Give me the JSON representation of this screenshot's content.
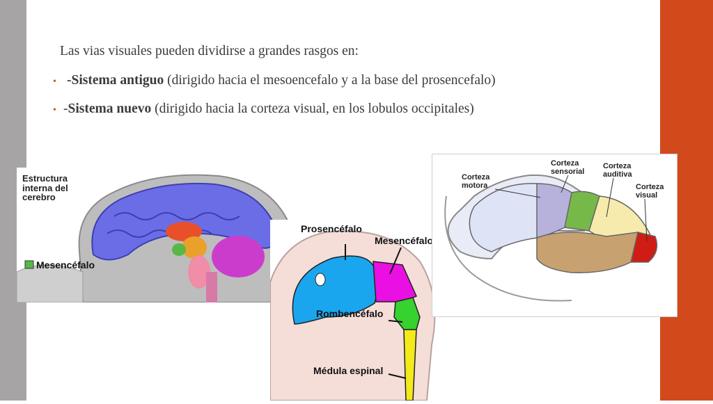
{
  "slide": {
    "intro": "Las vias visuales pueden dividirse a grandes rasgos en:",
    "bullets": [
      {
        "lead": "-",
        "term": "Sistema antiguo",
        "rest": " (dirigido hacia el mesoencefalo y a la base del prosencefalo)"
      },
      {
        "lead": "-",
        "term": "Sistema nuevo",
        "rest": " (dirigido hacia la corteza visual, en los lobulos occipitales)"
      }
    ],
    "colors": {
      "accent": "#d24a1c",
      "sidebar": "#a7a4a5"
    }
  },
  "figure1": {
    "title_lines": [
      "Estructura",
      "interna del",
      "cerebro"
    ],
    "legend": "Mesencéfalo"
  },
  "figure2": {
    "labels": {
      "prosencefalo": "Prosencéfalo",
      "mesencefalo": "Mesencéfalo",
      "rombencefalo": "Rombencéfalo",
      "medula": "Médula espinal"
    }
  },
  "figure3": {
    "labels": {
      "motora": [
        "Corteza",
        "motora"
      ],
      "sensorial": [
        "Corteza",
        "sensorial"
      ],
      "auditiva": [
        "Corteza",
        "auditiva"
      ],
      "visual": [
        "Corteza",
        "visual"
      ]
    }
  }
}
